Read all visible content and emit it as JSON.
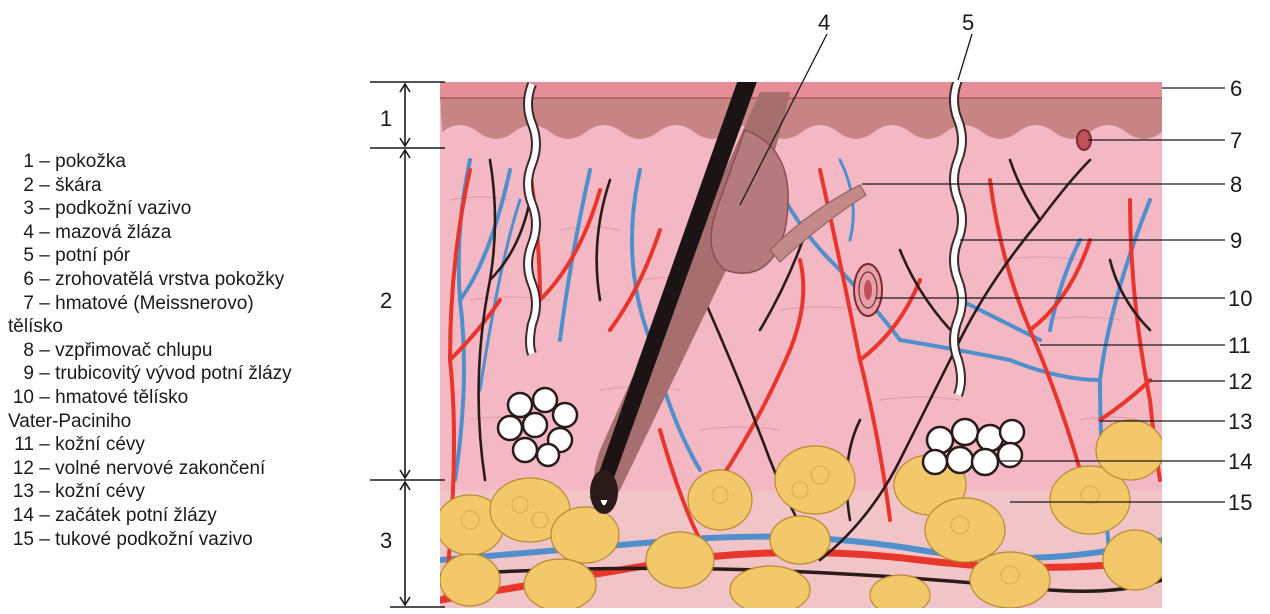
{
  "legend": [
    {
      "num": "1",
      "text": "pokožka"
    },
    {
      "num": "2",
      "text": "škára"
    },
    {
      "num": "3",
      "text": "podkožní vazivo"
    },
    {
      "num": "4",
      "text": "mazová žláza"
    },
    {
      "num": "5",
      "text": "potní pór"
    },
    {
      "num": "6",
      "text": "zrohovatělá vrstva pokožky"
    },
    {
      "num": "7",
      "text": "hmatové (Meissnerovo)",
      "cont": "tělísko"
    },
    {
      "num": "8",
      "text": "vzpřimovač chlupu"
    },
    {
      "num": "9",
      "text": "trubicovitý vývod potní žlázy"
    },
    {
      "num": "10",
      "text": "hmatové tělísko",
      "cont": "Vater-Paciniho"
    },
    {
      "num": "11",
      "text": "kožní cévy"
    },
    {
      "num": "12",
      "text": "volné nervové zakončení"
    },
    {
      "num": "13",
      "text": "kožní cévy"
    },
    {
      "num": "14",
      "text": "začátek potní žlázy"
    },
    {
      "num": "15",
      "text": "tukové podkožní vazivo"
    }
  ],
  "layers": {
    "epidermis": "1",
    "dermis": "2",
    "hypodermis": "3"
  },
  "callouts": [
    "4",
    "5",
    "6",
    "7",
    "8",
    "9",
    "10",
    "11",
    "12",
    "13",
    "14",
    "15"
  ],
  "colors": {
    "stratum_corneum": "#e58e98",
    "epidermis": "#c98585",
    "dermis": "#f3b8c4",
    "artery": "#e8362c",
    "vein": "#4f8fcb",
    "nerve": "#2a1a1a",
    "fat": "#f3c86a",
    "hair": "#1c1414"
  }
}
